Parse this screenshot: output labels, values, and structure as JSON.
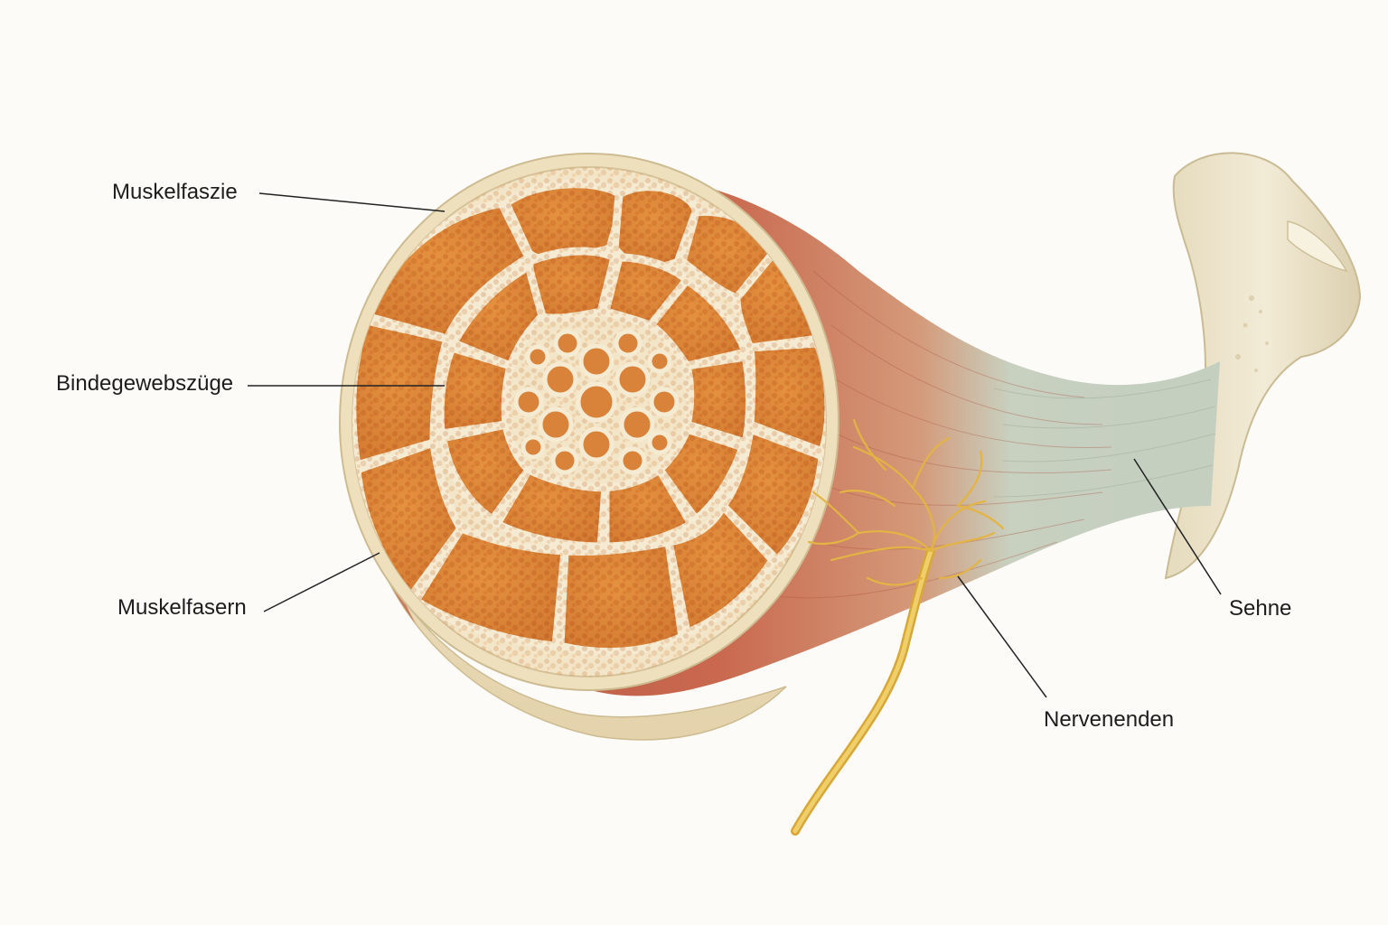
{
  "labels": {
    "fascia": "Muskelfaszie",
    "septa": "Bindegewebszüge",
    "fibers": "Muskelfasern",
    "tendon": "Sehne",
    "nerve_endings": "Nervenenden"
  },
  "colors": {
    "background": "#fcfbf7",
    "fascicle": "#de8a3c",
    "connective_tissue": "#f1e3c4",
    "muscle": "#c9684e",
    "tendon": "#c9d2c2",
    "bone": "#ece3c9",
    "nerve": "#e8b84a",
    "leader_line": "#222222"
  }
}
